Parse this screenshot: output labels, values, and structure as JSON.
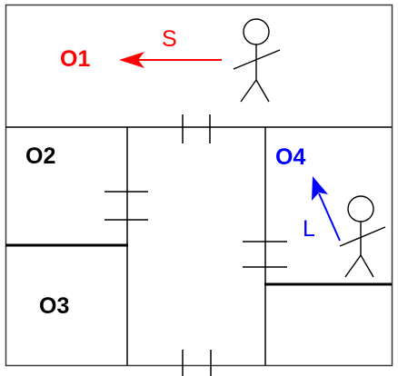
{
  "colors": {
    "walls": "#000000",
    "outer": "#3a3a3a",
    "accent_red": "#ff0000",
    "accent_blue": "#0000ff"
  },
  "rooms": [
    {
      "id": "O1",
      "label": "O1",
      "color": "#ff0000"
    },
    {
      "id": "O2",
      "label": "O2",
      "color": "#000000"
    },
    {
      "id": "O3",
      "label": "O3",
      "color": "#000000"
    },
    {
      "id": "O4",
      "label": "O4",
      "color": "#0000ff"
    }
  ],
  "motions": [
    {
      "id": "straight",
      "label": "S",
      "color": "#ff0000"
    },
    {
      "id": "left",
      "label": "L",
      "color": "#0000ff"
    }
  ],
  "icons": [
    "person-icon",
    "person-icon"
  ]
}
